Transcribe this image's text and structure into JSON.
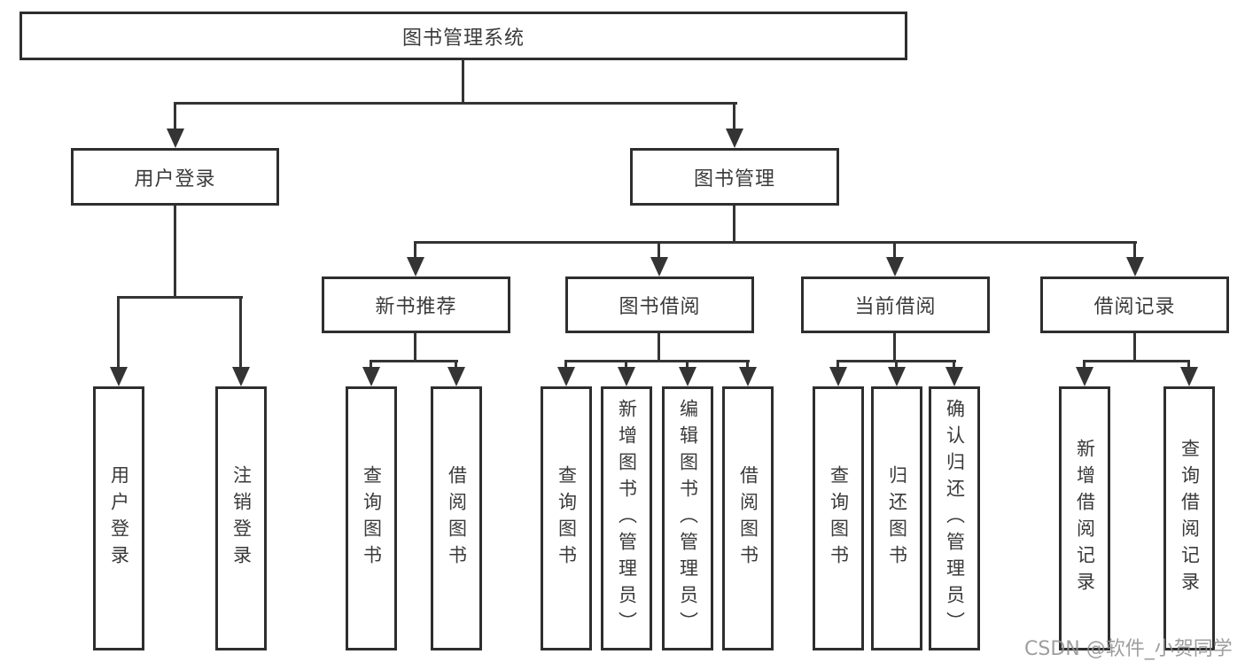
{
  "title": {
    "label": "图书管理系统"
  },
  "level2": [
    {
      "label": "用户登录"
    },
    {
      "label": "图书管理"
    }
  ],
  "level3": [
    {
      "label": "新书推荐"
    },
    {
      "label": "图书借阅"
    },
    {
      "label": "当前借阅"
    },
    {
      "label": "借阅记录"
    }
  ],
  "leaves": [
    {
      "label": "用户登录"
    },
    {
      "label": "注销登录"
    },
    {
      "label": "查询图书"
    },
    {
      "label": "借阅图书"
    },
    {
      "label": "查询图书"
    },
    {
      "label": "新增图书（管理员）"
    },
    {
      "label": "编辑图书（管理员）"
    },
    {
      "label": "借阅图书"
    },
    {
      "label": "查询图书"
    },
    {
      "label": "归还图书"
    },
    {
      "label": "确认归还（管理员）"
    },
    {
      "label": "新增借阅记录"
    },
    {
      "label": "查询借阅记录"
    }
  ],
  "watermark": {
    "text": "CSDN @软件_小贺同学"
  },
  "colors": {
    "line": "#343434",
    "box_border": "#2e2e2e",
    "text": "#3a3a3a",
    "background": "#ffffff",
    "watermark": "#919191"
  }
}
